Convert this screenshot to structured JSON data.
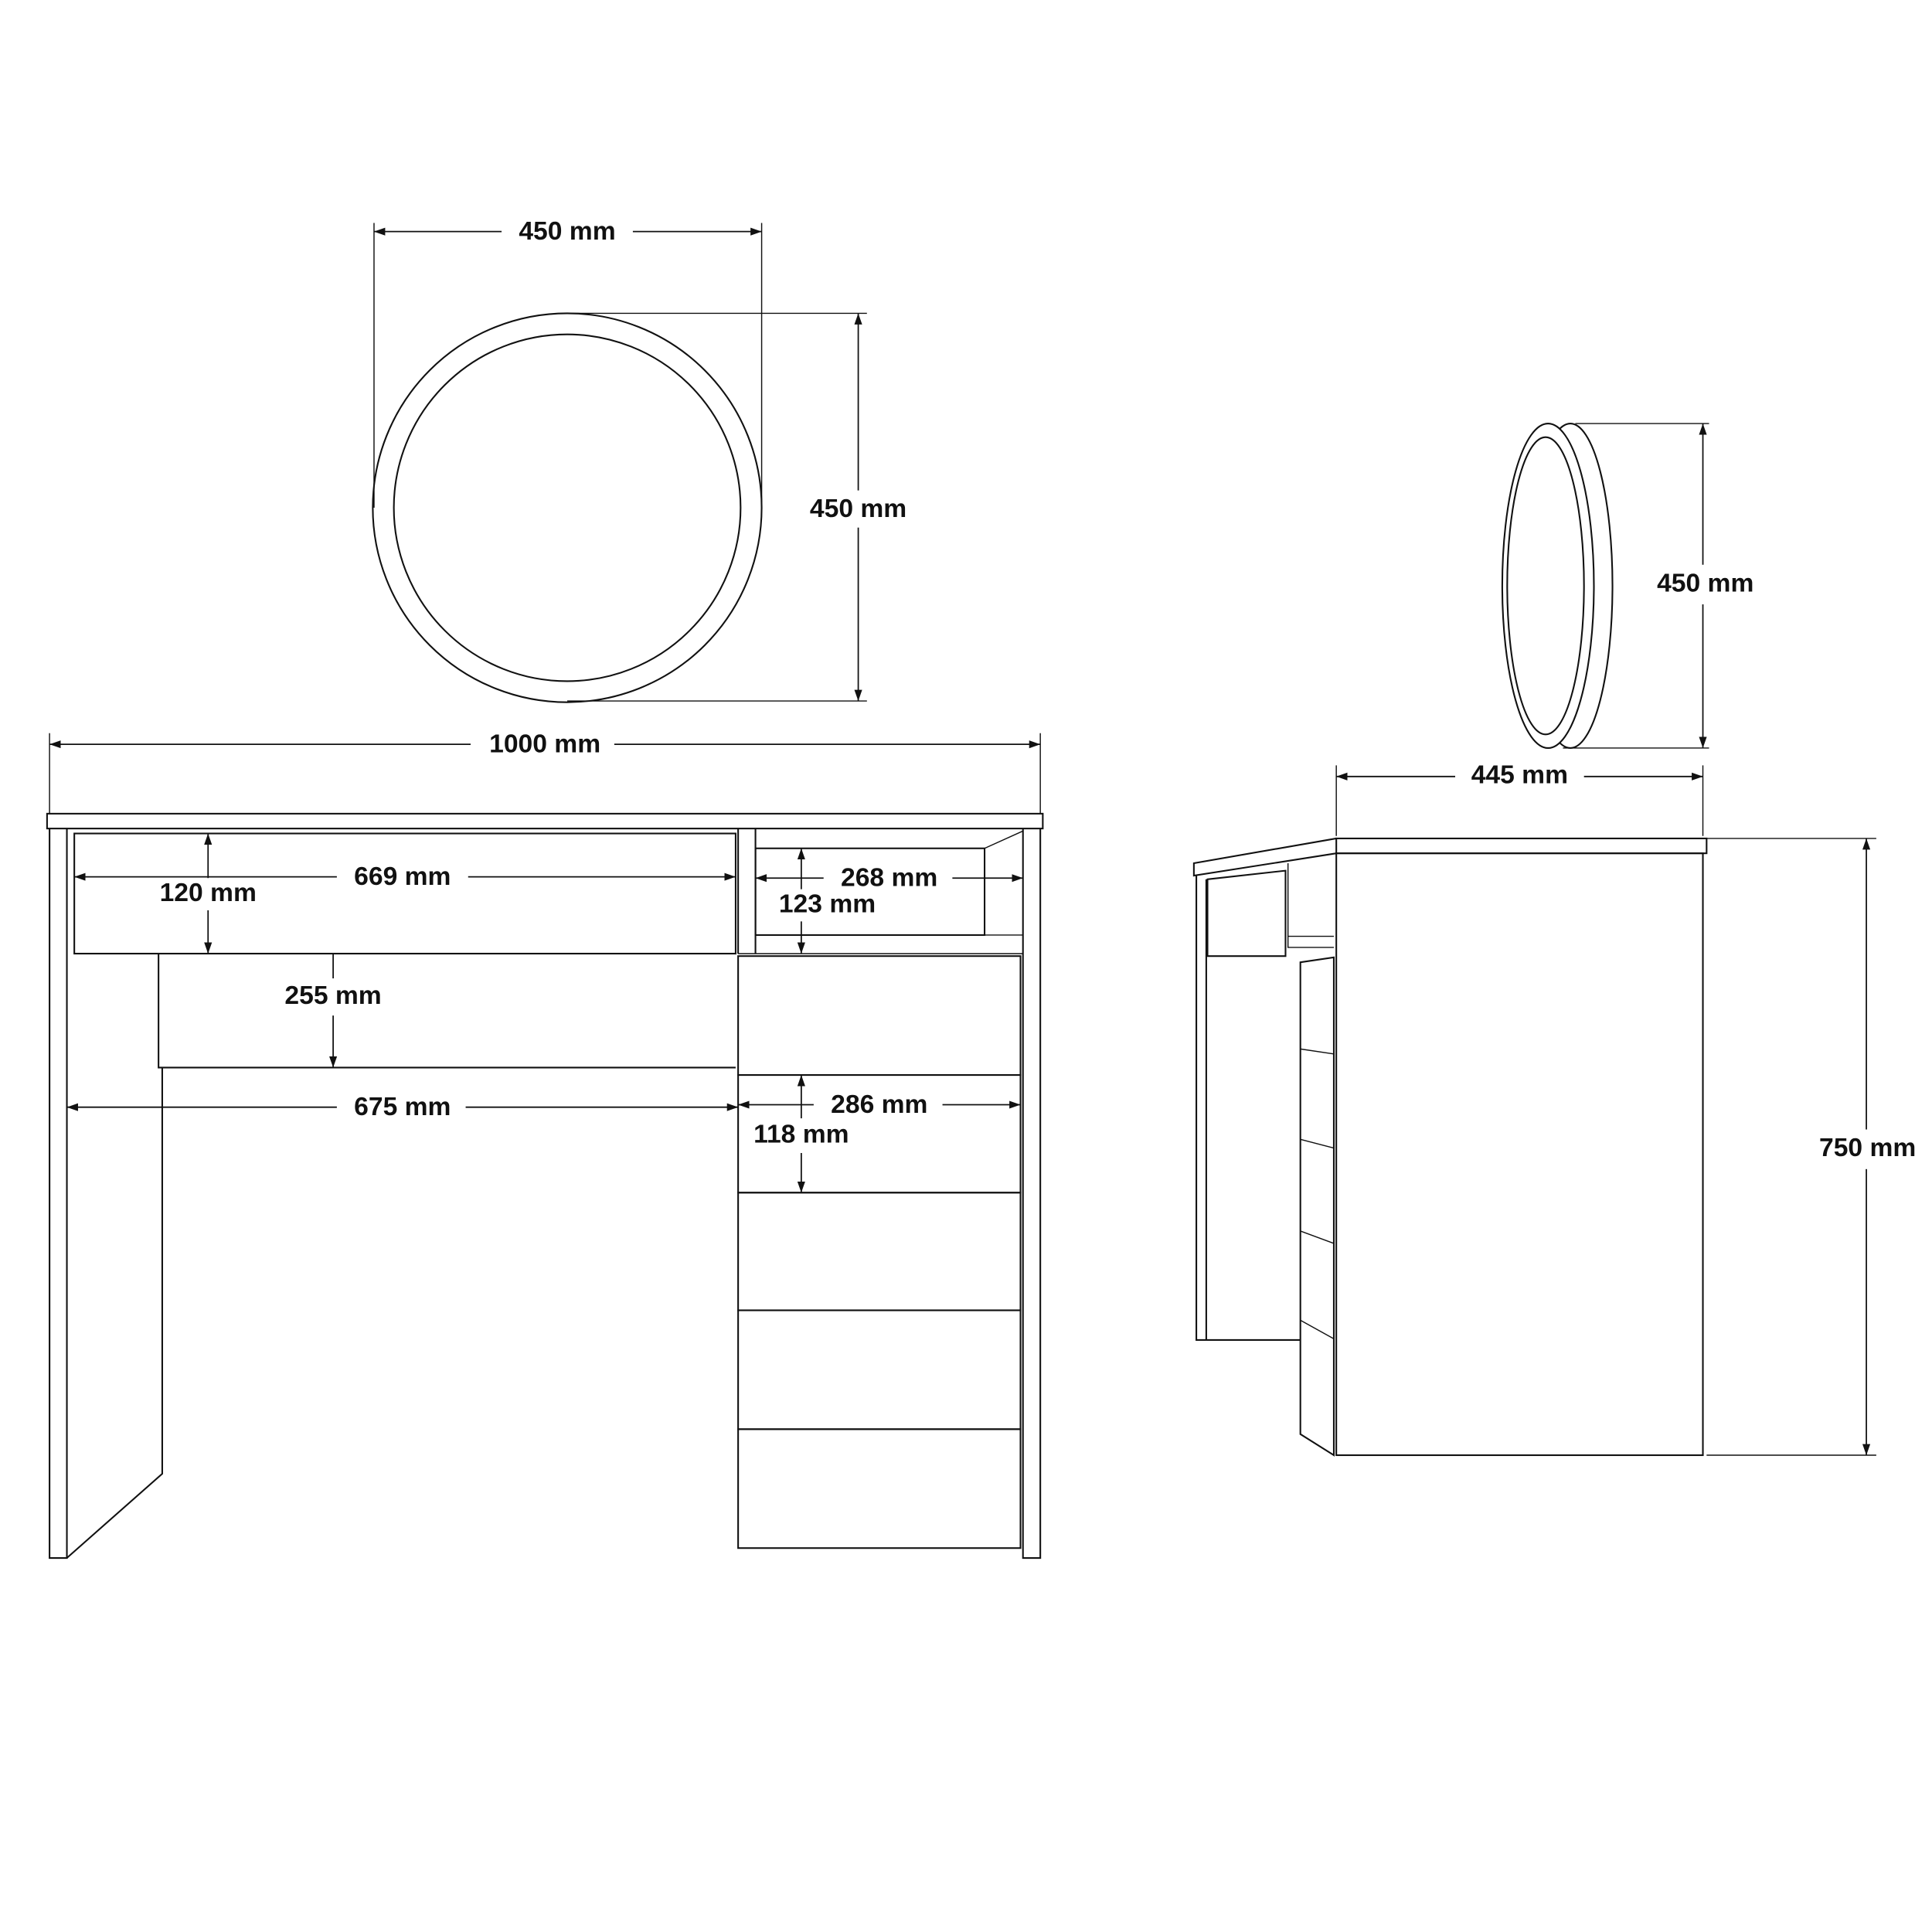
{
  "front_view": {
    "mirror": {
      "width_label": "450 mm",
      "height_label": "450 mm"
    },
    "desk": {
      "width_label": "1000 mm",
      "top_drawer_width_label": "669 mm",
      "top_drawer_height_label": "120 mm",
      "niche_width_label": "268 mm",
      "niche_height_label": "123 mm",
      "shelf_height_label": "255 mm",
      "knee_space_width_label": "675 mm",
      "drawer_width_label": "286 mm",
      "drawer_height_label": "118 mm"
    }
  },
  "side_view": {
    "mirror_height_label": "450 mm",
    "depth_label": "445 mm",
    "height_label": "750 mm"
  },
  "colors": {
    "line": "#111111",
    "background": "#ffffff"
  }
}
